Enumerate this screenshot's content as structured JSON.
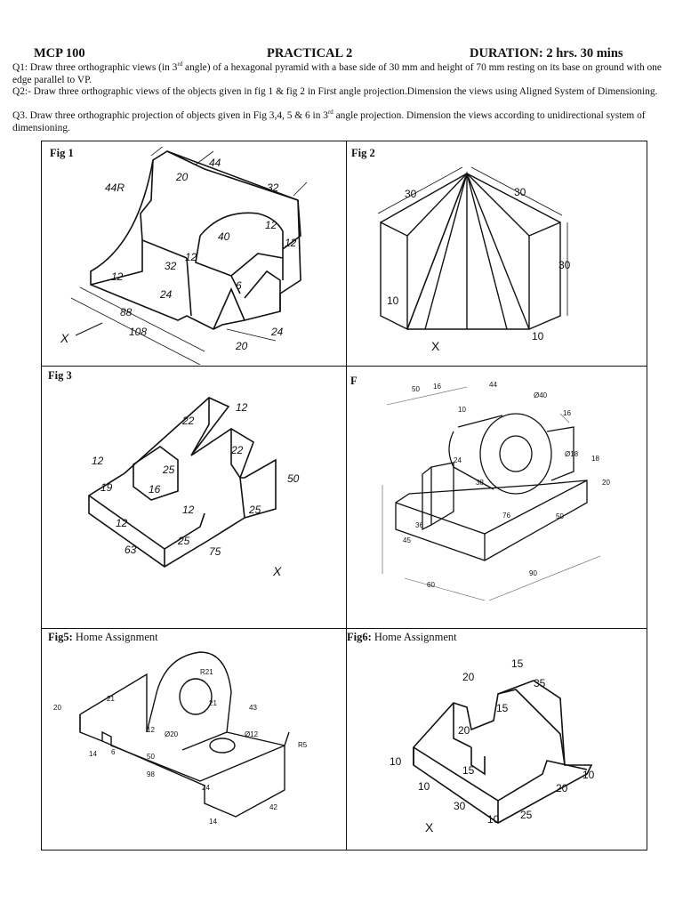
{
  "header": {
    "course": "MCP 100",
    "practical": "PRACTICAL 2",
    "duration": "DURATION: 2 hrs. 30 mins"
  },
  "questions": {
    "q1": {
      "a": "Q1: Draw three orthographic views (in 3",
      "sup": "rd",
      "b": " angle) of a hexagonal pyramid with a base side of 30 mm and height of 70 mm resting on its base on ground with one edge parallel to VP."
    },
    "q2": "Q2:- Draw three orthographic views of the objects given in fig 1 & fig 2 in First angle projection.Dimension the views using Aligned System of Dimensioning.",
    "q3": {
      "a": "Q3. Draw three orthographic projection of objects given in Fig 3,4, 5 & 6 in 3",
      "sup": "rd",
      "b": " angle projection. Dimension the views according to unidirectional system of dimensioning."
    }
  },
  "figures": [
    {
      "label": "Fig 1",
      "dims": [
        "44R",
        "20",
        "44",
        "32",
        "12",
        "40",
        "12",
        "12",
        "32",
        "24",
        "12",
        "6",
        "88",
        "108",
        "20",
        "24",
        "X"
      ]
    },
    {
      "label": "Fig 2",
      "dims": [
        "30",
        "30",
        "30",
        "10",
        "10",
        "X"
      ]
    },
    {
      "label": "Fig 3",
      "dims": [
        "22",
        "12",
        "22",
        "12",
        "25",
        "16",
        "19",
        "12",
        "12",
        "50",
        "25",
        "63",
        "25",
        "75",
        "X"
      ]
    },
    {
      "label": "F",
      "dims": [
        "50",
        "16",
        "44",
        "Ø40",
        "10",
        "16",
        "24",
        "Ø18",
        "18",
        "38",
        "20",
        "76",
        "50",
        "45",
        "36",
        "60",
        "90"
      ]
    },
    {
      "label": "Fig5:",
      "note": "Home Assignment",
      "dims": [
        "R21",
        "20",
        "21",
        "21",
        "43",
        "Ø20",
        "12",
        "Ø12",
        "R5",
        "14",
        "6",
        "50",
        "24",
        "98",
        "42",
        "14"
      ]
    },
    {
      "label": "Fig6:",
      "note": "Home Assignment",
      "dims": [
        "15",
        "20",
        "35",
        "15",
        "20",
        "10",
        "15",
        "10",
        "30",
        "10",
        "25",
        "20",
        "10",
        "X"
      ]
    }
  ]
}
